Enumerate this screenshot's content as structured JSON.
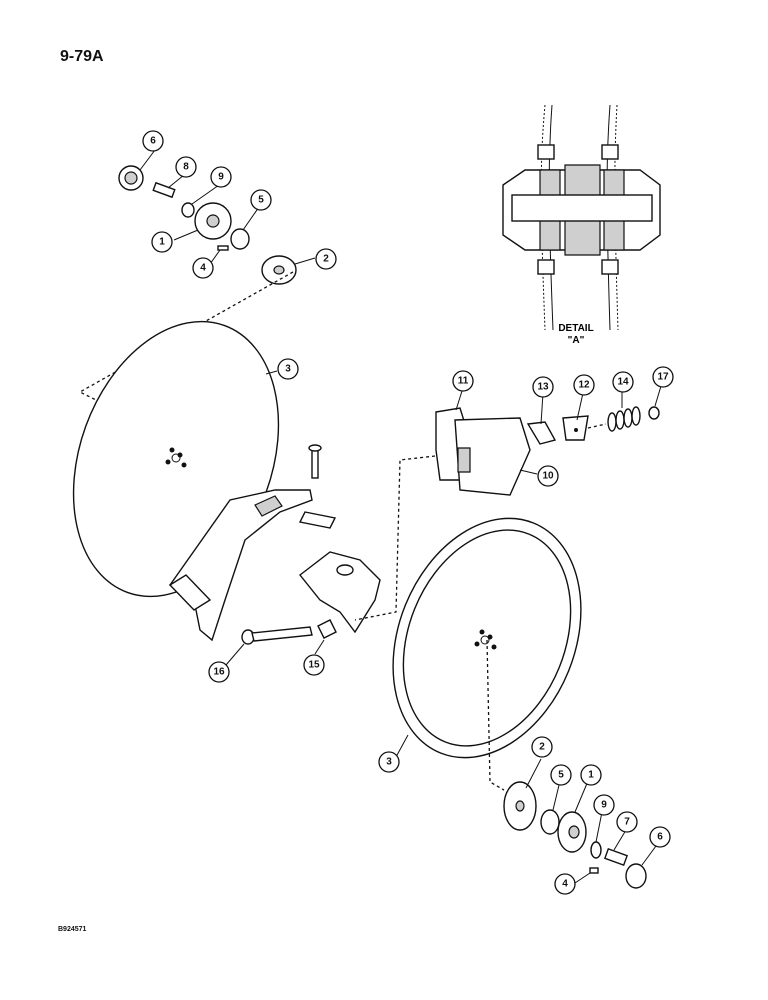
{
  "page_number": "9-79A",
  "figure_code": "B924571",
  "detail": {
    "line1": "DETAIL",
    "line2": "\"A\""
  },
  "callouts": [
    "1",
    "2",
    "3",
    "4",
    "5",
    "6",
    "7",
    "8",
    "9",
    "10",
    "11",
    "12",
    "13",
    "14",
    "15",
    "16",
    "17"
  ]
}
